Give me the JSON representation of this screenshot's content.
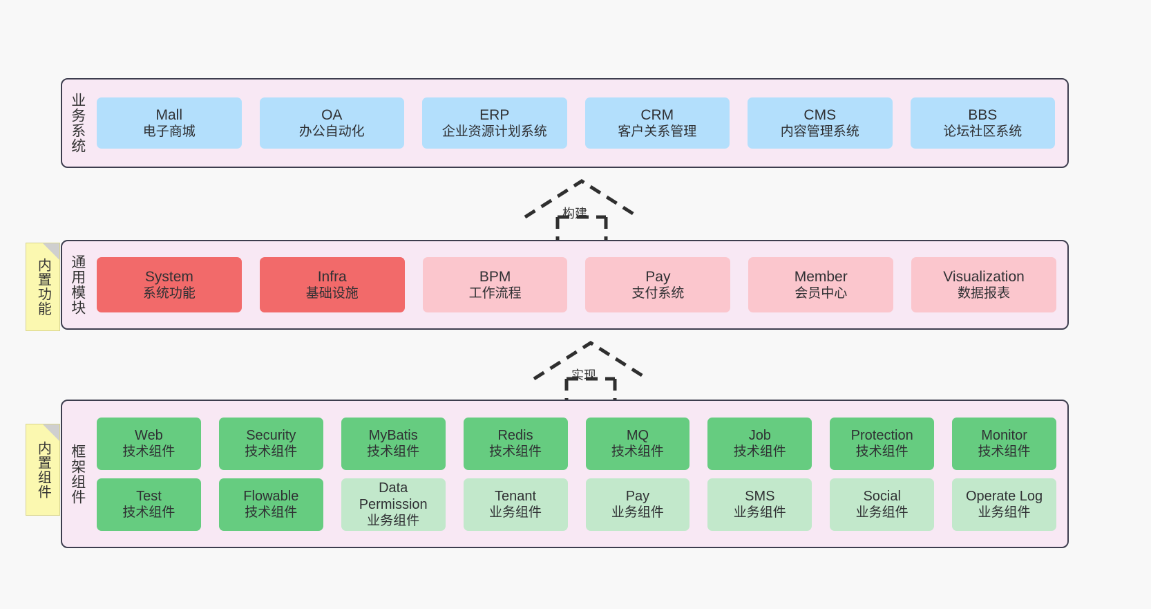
{
  "diagram": {
    "background_color": "#f8f8f8",
    "layer_fill": "#f8e8f4",
    "layer_border": "#3d3d4e",
    "note_fill": "#fbf8b0"
  },
  "notes": [
    {
      "label": "内置功能"
    },
    {
      "label": "内置组件"
    }
  ],
  "connectors": [
    {
      "label": "构建",
      "style": "dashed-hollow-arrow-up"
    },
    {
      "label": "实现",
      "style": "dashed-hollow-arrow-up"
    }
  ],
  "layers": [
    {
      "id": "business",
      "title": "业务系统",
      "color": "#b3dffc",
      "rows": [
        [
          {
            "title": "Mall",
            "sub": "电子商城",
            "color": "blue"
          },
          {
            "title": "OA",
            "sub": "办公自动化",
            "color": "blue"
          },
          {
            "title": "ERP",
            "sub": "企业资源计划系统",
            "color": "blue"
          },
          {
            "title": "CRM",
            "sub": "客户关系管理",
            "color": "blue"
          },
          {
            "title": "CMS",
            "sub": "内容管理系统",
            "color": "blue"
          },
          {
            "title": "BBS",
            "sub": "论坛社区系统",
            "color": "blue"
          }
        ]
      ]
    },
    {
      "id": "modules",
      "title": "通用模块",
      "color": "#f26a6a",
      "rows": [
        [
          {
            "title": "System",
            "sub": "系统功能",
            "color": "red"
          },
          {
            "title": "Infra",
            "sub": "基础设施",
            "color": "red"
          },
          {
            "title": "BPM",
            "sub": "工作流程",
            "color": "pink"
          },
          {
            "title": "Pay",
            "sub": "支付系统",
            "color": "pink"
          },
          {
            "title": "Member",
            "sub": "会员中心",
            "color": "pink"
          },
          {
            "title": "Visualization",
            "sub": "数据报表",
            "color": "pink"
          }
        ]
      ]
    },
    {
      "id": "framework",
      "title": "框架组件",
      "color": "#66cc80",
      "rows": [
        [
          {
            "title": "Web",
            "sub": "技术组件",
            "color": "green"
          },
          {
            "title": "Security",
            "sub": "技术组件",
            "color": "green"
          },
          {
            "title": "MyBatis",
            "sub": "技术组件",
            "color": "green"
          },
          {
            "title": "Redis",
            "sub": "技术组件",
            "color": "green"
          },
          {
            "title": "MQ",
            "sub": "技术组件",
            "color": "green"
          },
          {
            "title": "Job",
            "sub": "技术组件",
            "color": "green"
          },
          {
            "title": "Protection",
            "sub": "技术组件",
            "color": "green"
          },
          {
            "title": "Monitor",
            "sub": "技术组件",
            "color": "green"
          }
        ],
        [
          {
            "title": "Test",
            "sub": "技术组件",
            "color": "green"
          },
          {
            "title": "Flowable",
            "sub": "技术组件",
            "color": "green"
          },
          {
            "title": "Data Permission",
            "sub": "业务组件",
            "color": "lgreen"
          },
          {
            "title": "Tenant",
            "sub": "业务组件",
            "color": "lgreen"
          },
          {
            "title": "Pay",
            "sub": "业务组件",
            "color": "lgreen"
          },
          {
            "title": "SMS",
            "sub": "业务组件",
            "color": "lgreen"
          },
          {
            "title": "Social",
            "sub": "业务组件",
            "color": "lgreen"
          },
          {
            "title": "Operate Log",
            "sub": "业务组件",
            "color": "lgreen"
          }
        ]
      ]
    }
  ]
}
